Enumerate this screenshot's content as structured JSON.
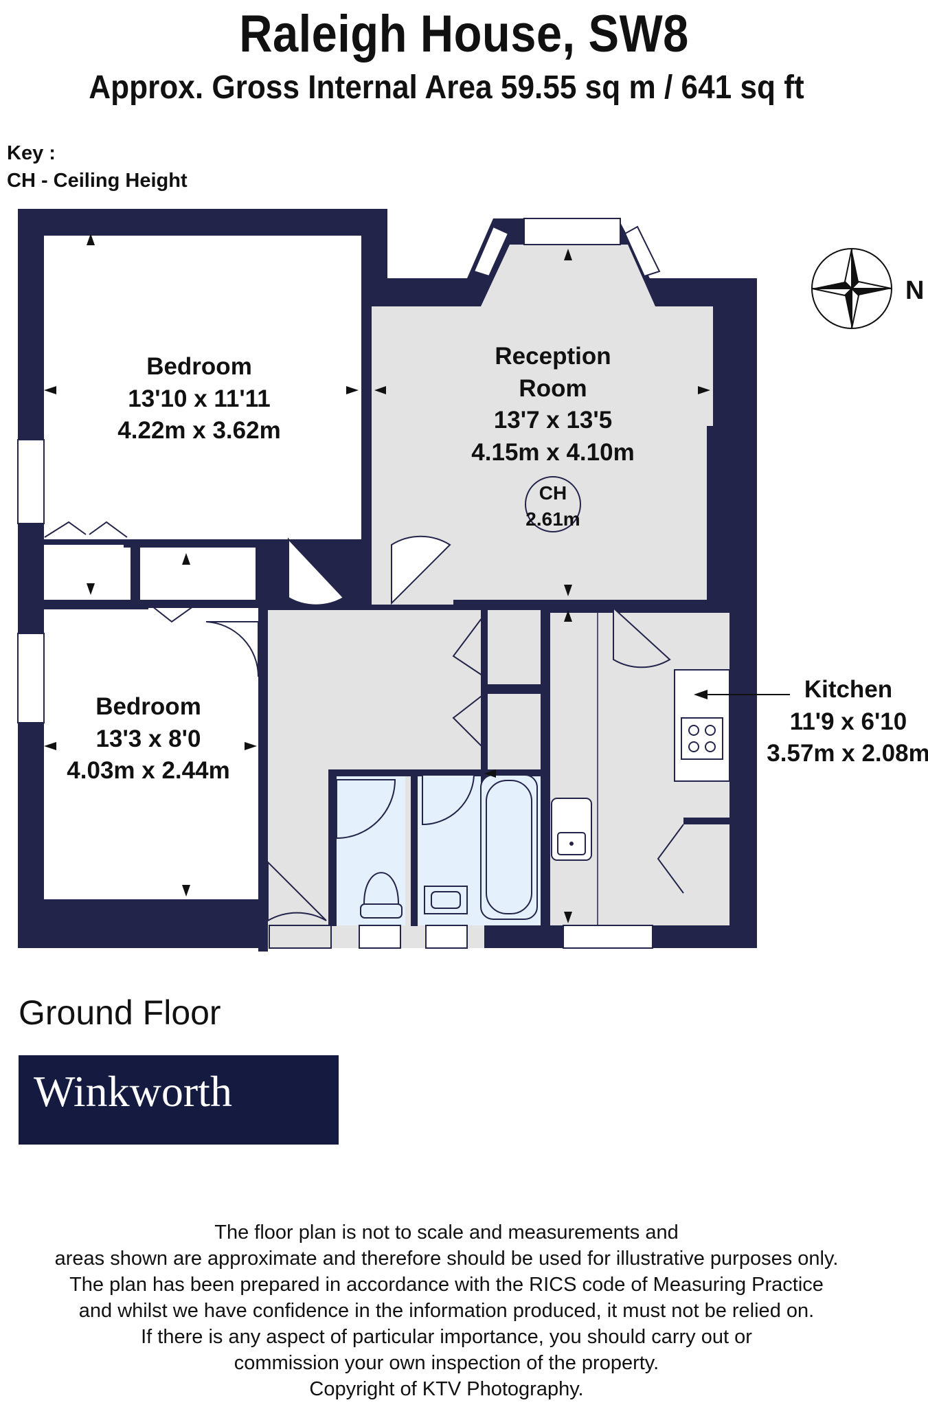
{
  "header": {
    "title": "Raleigh House, SW8",
    "area": "Approx. Gross Internal Area 59.55 sq m /  641 sq ft"
  },
  "key": {
    "heading": "Key :",
    "item": "CH - Ceiling Height"
  },
  "rooms": {
    "bedroom1": {
      "name": "Bedroom",
      "imperial": "13'10 x 11'11",
      "metric": "4.22m x 3.62m"
    },
    "reception": {
      "name_line1": "Reception",
      "name_line2": "Room",
      "imperial": "13'7 x 13'5",
      "metric": "4.15m x 4.10m"
    },
    "bedroom2": {
      "name": "Bedroom",
      "imperial": "13'3 x 8'0",
      "metric": "4.03m x 2.44m"
    },
    "kitchen": {
      "name": "Kitchen",
      "imperial": "11'9 x 6'10",
      "metric": "3.57m x 2.08m"
    }
  },
  "ceiling": {
    "label": "CH",
    "value": "2.61m"
  },
  "compass": {
    "label": "N"
  },
  "floor_label": "Ground Floor",
  "brand": "Winkworth",
  "disclaimer": [
    "The floor plan is not to scale and measurements and",
    "areas shown are approximate and therefore should be used for illustrative purposes only.",
    "The plan has been prepared in accordance with the RICS code of Measuring Practice",
    "and whilst we have confidence in the information produced, it must not be relied on.",
    "If there is any aspect of particular importance, you should carry out or",
    "commission your own inspection of the property.",
    "Copyright of KTV Photography."
  ],
  "colors": {
    "wall": "#23244a",
    "floor": "#e3e3e3",
    "wet_room": "#e4f0fb",
    "brand_bg": "#141a40"
  }
}
